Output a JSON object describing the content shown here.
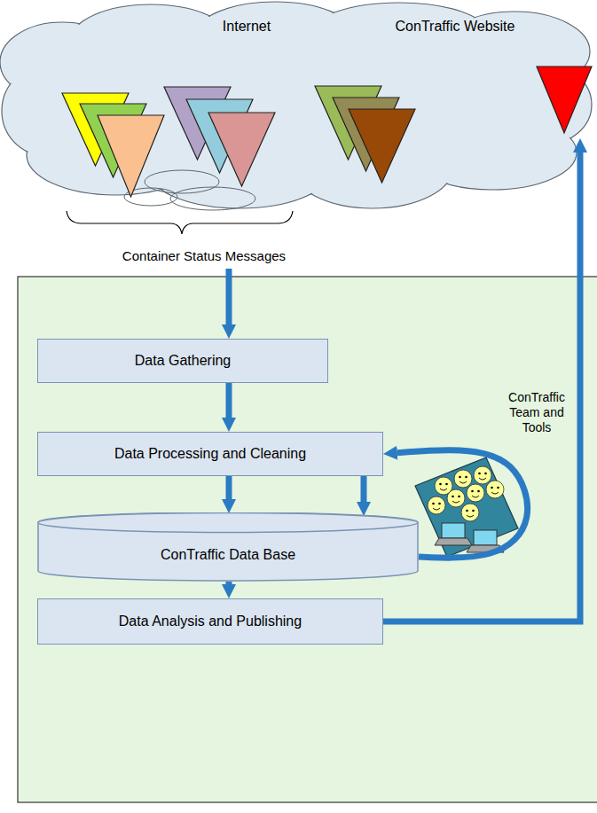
{
  "diagram": {
    "nodes": [
      {
        "text": [
          "Internet",
          "ConTraffic Website"
        ]
      },
      {
        "text": [
          "Data Gathering"
        ]
      },
      {
        "text": [
          "Data Processing and Cleaning"
        ]
      },
      {
        "text": [
          "ConTraffic Data Base"
        ]
      },
      {
        "text": [
          "Data Analysis and Publishing"
        ]
      }
    ],
    "edges": [
      {
        "from": 1,
        "to": 2,
        "arrow": "to"
      },
      {
        "from": 2,
        "to": 3,
        "arrow": "to"
      },
      {
        "from": 2,
        "to": 3,
        "arrow": "to"
      },
      {
        "from": 3,
        "to": 4,
        "arrow": "to"
      },
      {
        "from": 3,
        "to": 2,
        "arrow": "to"
      },
      {
        "from": 4,
        "to": 0,
        "arrow": "to"
      }
    ],
    "labels": [
      "Container Status Messages",
      "ConTraffic Team and Tools"
    ]
  }
}
